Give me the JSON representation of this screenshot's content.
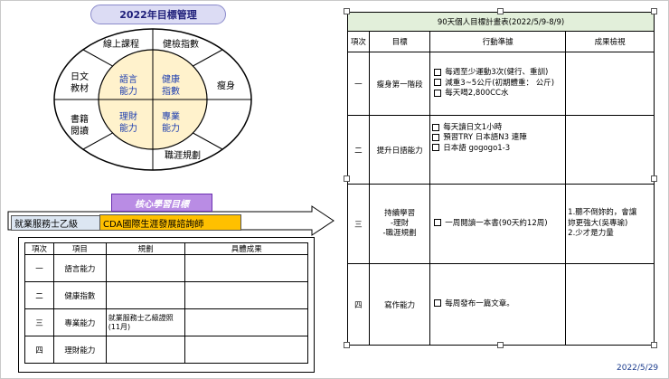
{
  "mandala": {
    "title": "2022年目標管理",
    "outer": {
      "top_left": "線上課程",
      "top_right": "健檢指數",
      "left_upper": [
        "日文",
        "教材"
      ],
      "right": "瘦身",
      "left_lower": [
        "書籍",
        "閱讀"
      ],
      "bottom_right": "職涯規劃"
    },
    "inner": {
      "q1": [
        "語言",
        "能力"
      ],
      "q2": [
        "健康",
        "指數"
      ],
      "q3": [
        "理財",
        "能力"
      ],
      "q4": [
        "專業",
        "能力"
      ]
    }
  },
  "core": {
    "title": "核心學習目標",
    "cert1": "就業服務士乙級",
    "cert2": "CDA國際生涯發展諮詢師"
  },
  "left_table": {
    "headers": [
      "項次",
      "項目",
      "規劃",
      "具體成果"
    ],
    "rows": [
      {
        "no": "一",
        "item": "語言能力",
        "plan": "",
        "result": ""
      },
      {
        "no": "二",
        "item": "健康指數",
        "plan": "",
        "result": ""
      },
      {
        "no": "三",
        "item": "專業能力",
        "plan": "就業服務士乙級證照(11月)",
        "result": ""
      },
      {
        "no": "四",
        "item": "理財能力",
        "plan": "",
        "result": ""
      }
    ]
  },
  "right_table": {
    "title": "90天個人目標計畫表(2022/5/9-8/9)",
    "headers": [
      "項次",
      "目標",
      "行動準據",
      "成果檢視"
    ],
    "rows": [
      {
        "no": "一",
        "goal": [
          "瘦身第一階段"
        ],
        "actions": [
          "每週至少運動3次(健行、重訓)",
          "減重3~5公斤(初期體重： 公斤)",
          "每天喝2,800CC水"
        ],
        "result": []
      },
      {
        "no": "二",
        "goal": [
          "提升日語能力"
        ],
        "actions": [
          "每天讀日文1小時",
          "預習TRY 日本語N3 連陣",
          "日本語 gogogo1-3"
        ],
        "result": []
      },
      {
        "no": "三",
        "goal": [
          "持續學習",
          "-理財",
          "-職涯規劃"
        ],
        "actions": [
          "一周閱讀一本書(90天約12周)"
        ],
        "result": [
          "1.聽不倒妳的，會讓",
          "妳更強大(吳專瑜)",
          "2.少才是力量"
        ]
      },
      {
        "no": "四",
        "goal": [
          "寫作能力"
        ],
        "actions": [
          "每周發布一篇文章。"
        ],
        "result": []
      }
    ]
  },
  "date": "2022/5/29",
  "colors": {
    "title_pill": "#dcdcf4",
    "inner_circle": "#fff2cc",
    "core_pill": "#b98ce4",
    "cert2_fill": "#ffc000",
    "table_header": "#e2efda"
  }
}
